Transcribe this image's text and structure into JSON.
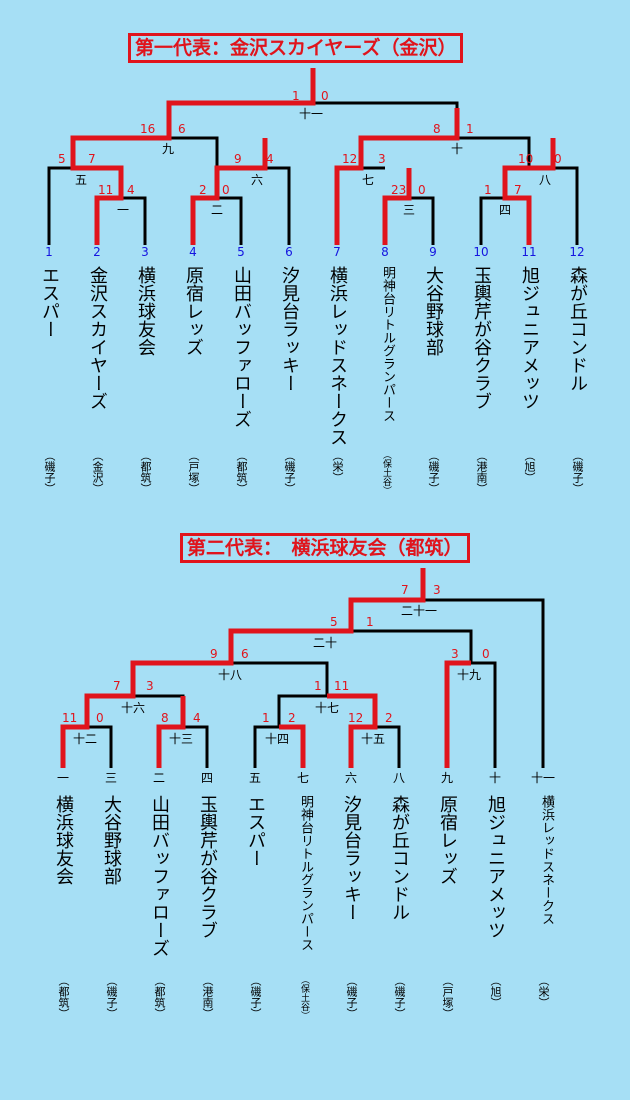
{
  "bracket1": {
    "title": "第一代表：金沢スカイヤーズ（金沢）",
    "seeds": [
      "1",
      "2",
      "3",
      "4",
      "5",
      "6",
      "7",
      "8",
      "9",
      "10",
      "11",
      "12"
    ],
    "teams": [
      "エスパー",
      "金沢スカイヤーズ",
      "横浜球友会",
      "原宿レッズ",
      "山田バッファローズ",
      "汐見台ラッキー",
      "横浜レッドスネークス",
      "明神台リトルグランパース",
      "大谷野球部",
      "玉輿芹が谷クラブ",
      "旭ジュニアメッツ",
      "森が丘コンドル"
    ],
    "areas": [
      "（磯子）",
      "（金沢）",
      "（都筑）",
      "（戸塚）",
      "（都筑）",
      "（磯子）",
      "（栄）",
      "（保土谷）",
      "（磯子）",
      "（港南）",
      "（旭）",
      "（磯子）"
    ],
    "matches": [
      "一",
      "二",
      "三",
      "四",
      "五",
      "六",
      "七",
      "八",
      "九",
      "十",
      "十一"
    ],
    "scores": [
      "11",
      "4",
      "2",
      "0",
      "23",
      "0",
      "1",
      "7",
      "5",
      "7",
      "9",
      "4",
      "12",
      "3",
      "10",
      "0",
      "16",
      "6",
      "8",
      "1",
      "1",
      "0"
    ]
  },
  "bracket2": {
    "title": "第二代表：　横浜球友会（都筑）",
    "seeds": [
      "一",
      "三",
      "二",
      "四",
      "五",
      "七",
      "六",
      "八",
      "九",
      "十",
      "十一"
    ],
    "teams": [
      "横浜球友会",
      "大谷野球部",
      "山田バッファローズ",
      "玉輿芹が谷クラブ",
      "エスパー",
      "明神台リトルグランパース",
      "汐見台ラッキー",
      "森が丘コンドル",
      "原宿レッズ",
      "旭ジュニアメッツ",
      "横浜レッドスネークス"
    ],
    "areas": [
      "（都筑）",
      "（磯子）",
      "（都筑）",
      "（港南）",
      "（磯子）",
      "（保土谷）",
      "（磯子）",
      "（磯子）",
      "（戸塚）",
      "（旭）",
      "（栄）"
    ],
    "matches": [
      "十二",
      "十三",
      "十四",
      "十五",
      "十六",
      "十七",
      "十八",
      "十九",
      "二十",
      "二十一"
    ],
    "scores": [
      "11",
      "0",
      "8",
      "4",
      "1",
      "2",
      "12",
      "2",
      "7",
      "3",
      "1",
      "11",
      "9",
      "6",
      "3",
      "0",
      "5",
      "1",
      "7",
      "3"
    ]
  }
}
